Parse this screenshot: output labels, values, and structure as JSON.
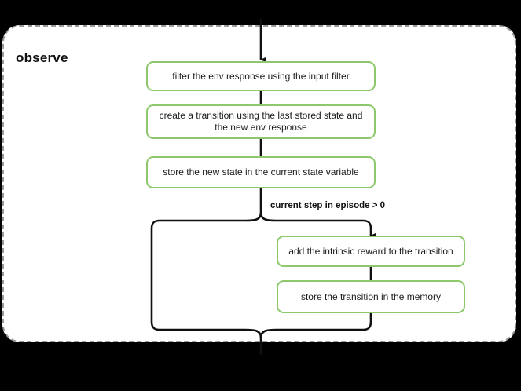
{
  "diagram": {
    "title": "observe",
    "type": "flowchart",
    "background_color": "#000000",
    "card_background": "#ffffff",
    "card_border_color": "#9a9a9a",
    "node_border_color": "#8dc96b",
    "connector_color": "#111111",
    "nodes": [
      {
        "id": "filter-env-response",
        "label": "filter the env response using the input filter"
      },
      {
        "id": "create-transition",
        "label": "create a transition using the last stored state and the new env response"
      },
      {
        "id": "store-new-state",
        "label": "store the new state in the current state variable"
      },
      {
        "id": "add-intrinsic-reward",
        "label": "add the intrinsic reward to the transition"
      },
      {
        "id": "store-transition",
        "label": "store the transition in the memory"
      }
    ],
    "condition_label": "current step in episode > 0"
  }
}
